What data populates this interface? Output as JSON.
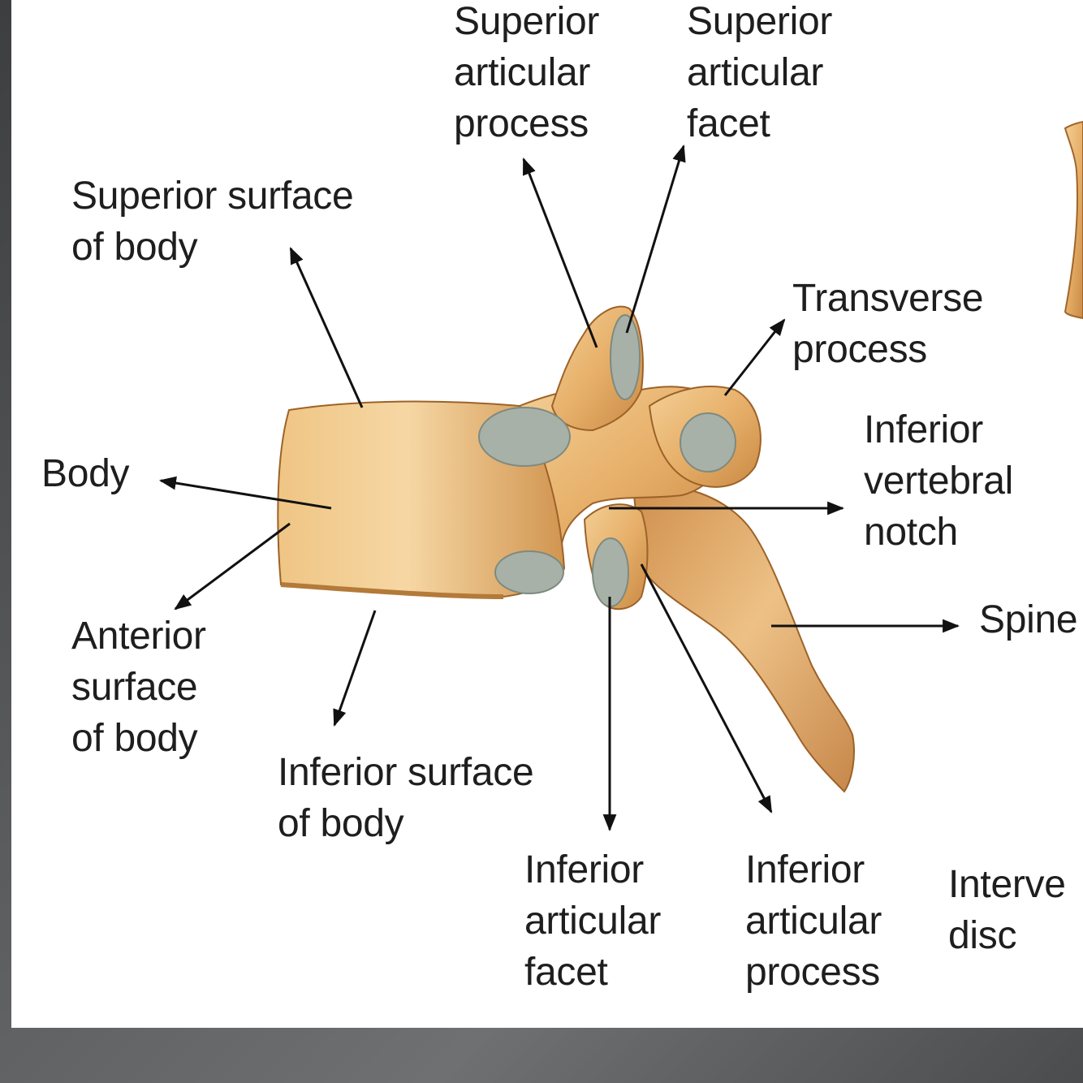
{
  "colors": {
    "bone": "#e7b06a",
    "bone_shadow": "#c98a45",
    "bone_light": "#f6d7a4",
    "cartilage": "#a7b1a8",
    "text": "#1e1e1e"
  },
  "labels": {
    "superior_articular_process": [
      "Superior",
      "articular",
      "process"
    ],
    "superior_articular_facet": [
      "Superior",
      "articular",
      "facet"
    ],
    "superior_surface_of_body": [
      "Superior surface",
      "of body"
    ],
    "transverse_process": [
      "Transverse",
      "process"
    ],
    "inferior_vertebral_notch": [
      "Inferior",
      "vertebral",
      "notch"
    ],
    "body": [
      "Body"
    ],
    "spine": [
      "Spine"
    ],
    "anterior_surface_of_body": [
      "Anterior",
      "surface",
      "of body"
    ],
    "inferior_surface_of_body": [
      "Inferior surface",
      "of body"
    ],
    "inferior_articular_facet": [
      "Inferior",
      "articular",
      "facet"
    ],
    "inferior_articular_process": [
      "Inferior",
      "articular",
      "process"
    ],
    "intervertebral_disc": [
      "Interve",
      "disc"
    ]
  }
}
